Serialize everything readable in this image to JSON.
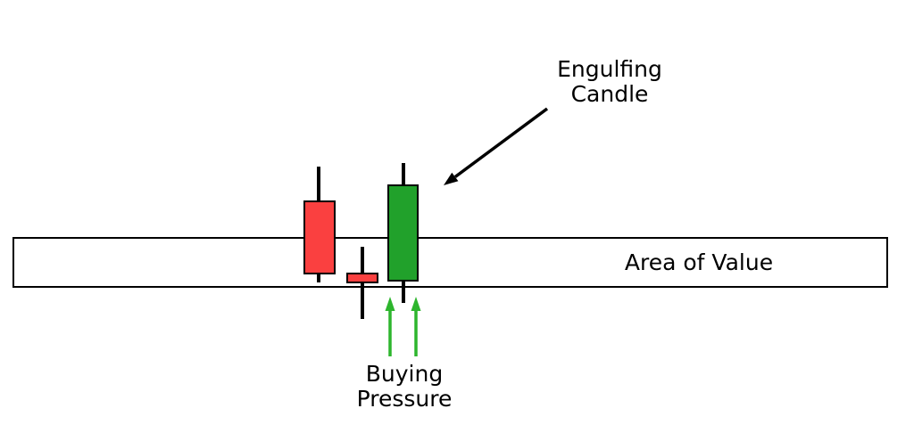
{
  "labels": {
    "engulfing_candle": "Engulfing\nCandle",
    "area_of_value": "Area of Value",
    "buying_pressure": "Buying\nPressure"
  },
  "colors": {
    "bearish_red": "#FA4040",
    "bullish_green": "#21A12B",
    "arrow_green": "#2DB52D",
    "outline": "#000000",
    "background": "#FFFFFF"
  },
  "candles": [
    {
      "name": "bearish-candle",
      "direction": "down",
      "color": "#FA4040"
    },
    {
      "name": "small-bearish-candle",
      "direction": "down",
      "color": "#FA4040"
    },
    {
      "name": "engulfing-candle",
      "direction": "up",
      "color": "#21A12B"
    }
  ]
}
